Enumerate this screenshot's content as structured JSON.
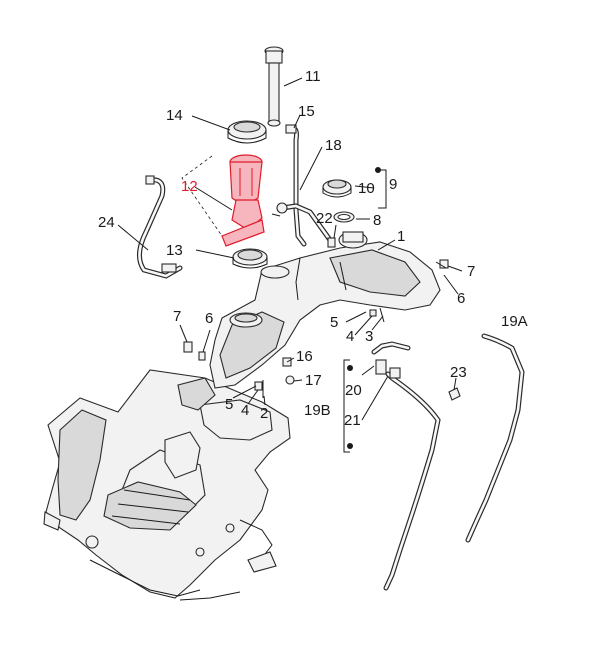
{
  "callouts": {
    "c1": "1",
    "c2": "2",
    "c3": "3",
    "c4a": "4",
    "c4b": "4",
    "c5a": "5",
    "c5b": "5",
    "c6a": "6",
    "c6b": "6",
    "c7a": "7",
    "c7b": "7",
    "c8": "8",
    "c9": "9",
    "c10": "10",
    "c11": "11",
    "c12": "12",
    "c13": "13",
    "c14": "14",
    "c15": "15",
    "c16": "16",
    "c17": "17",
    "c18": "18",
    "c19A": "19A",
    "c19B": "19B",
    "c20": "20",
    "c21": "21",
    "c22": "22",
    "c23": "23",
    "c24": "24"
  },
  "colors": {
    "highlight": "#e01b2b",
    "line": "#1a1a1a",
    "fill": "#f2f2f2"
  }
}
